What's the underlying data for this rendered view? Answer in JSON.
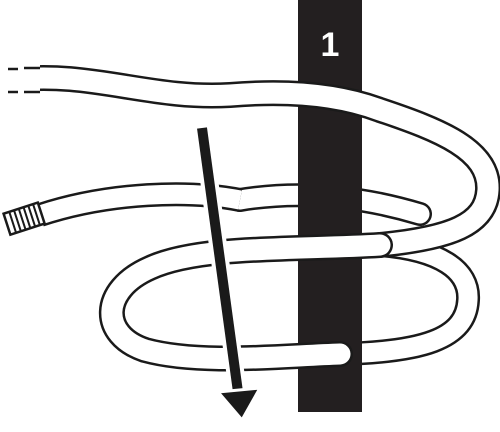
{
  "step": {
    "number": "1"
  },
  "colors": {
    "ink": "#1a1a1a",
    "post": "#231f20",
    "background": "#ffffff",
    "rope_fill": "#ffffff",
    "label": "#ffffff"
  },
  "elements": {
    "post": "vertical-post",
    "rope": "rope-coil",
    "arrow": "down-arrow-icon",
    "rope_end": "whipped-rope-end"
  }
}
